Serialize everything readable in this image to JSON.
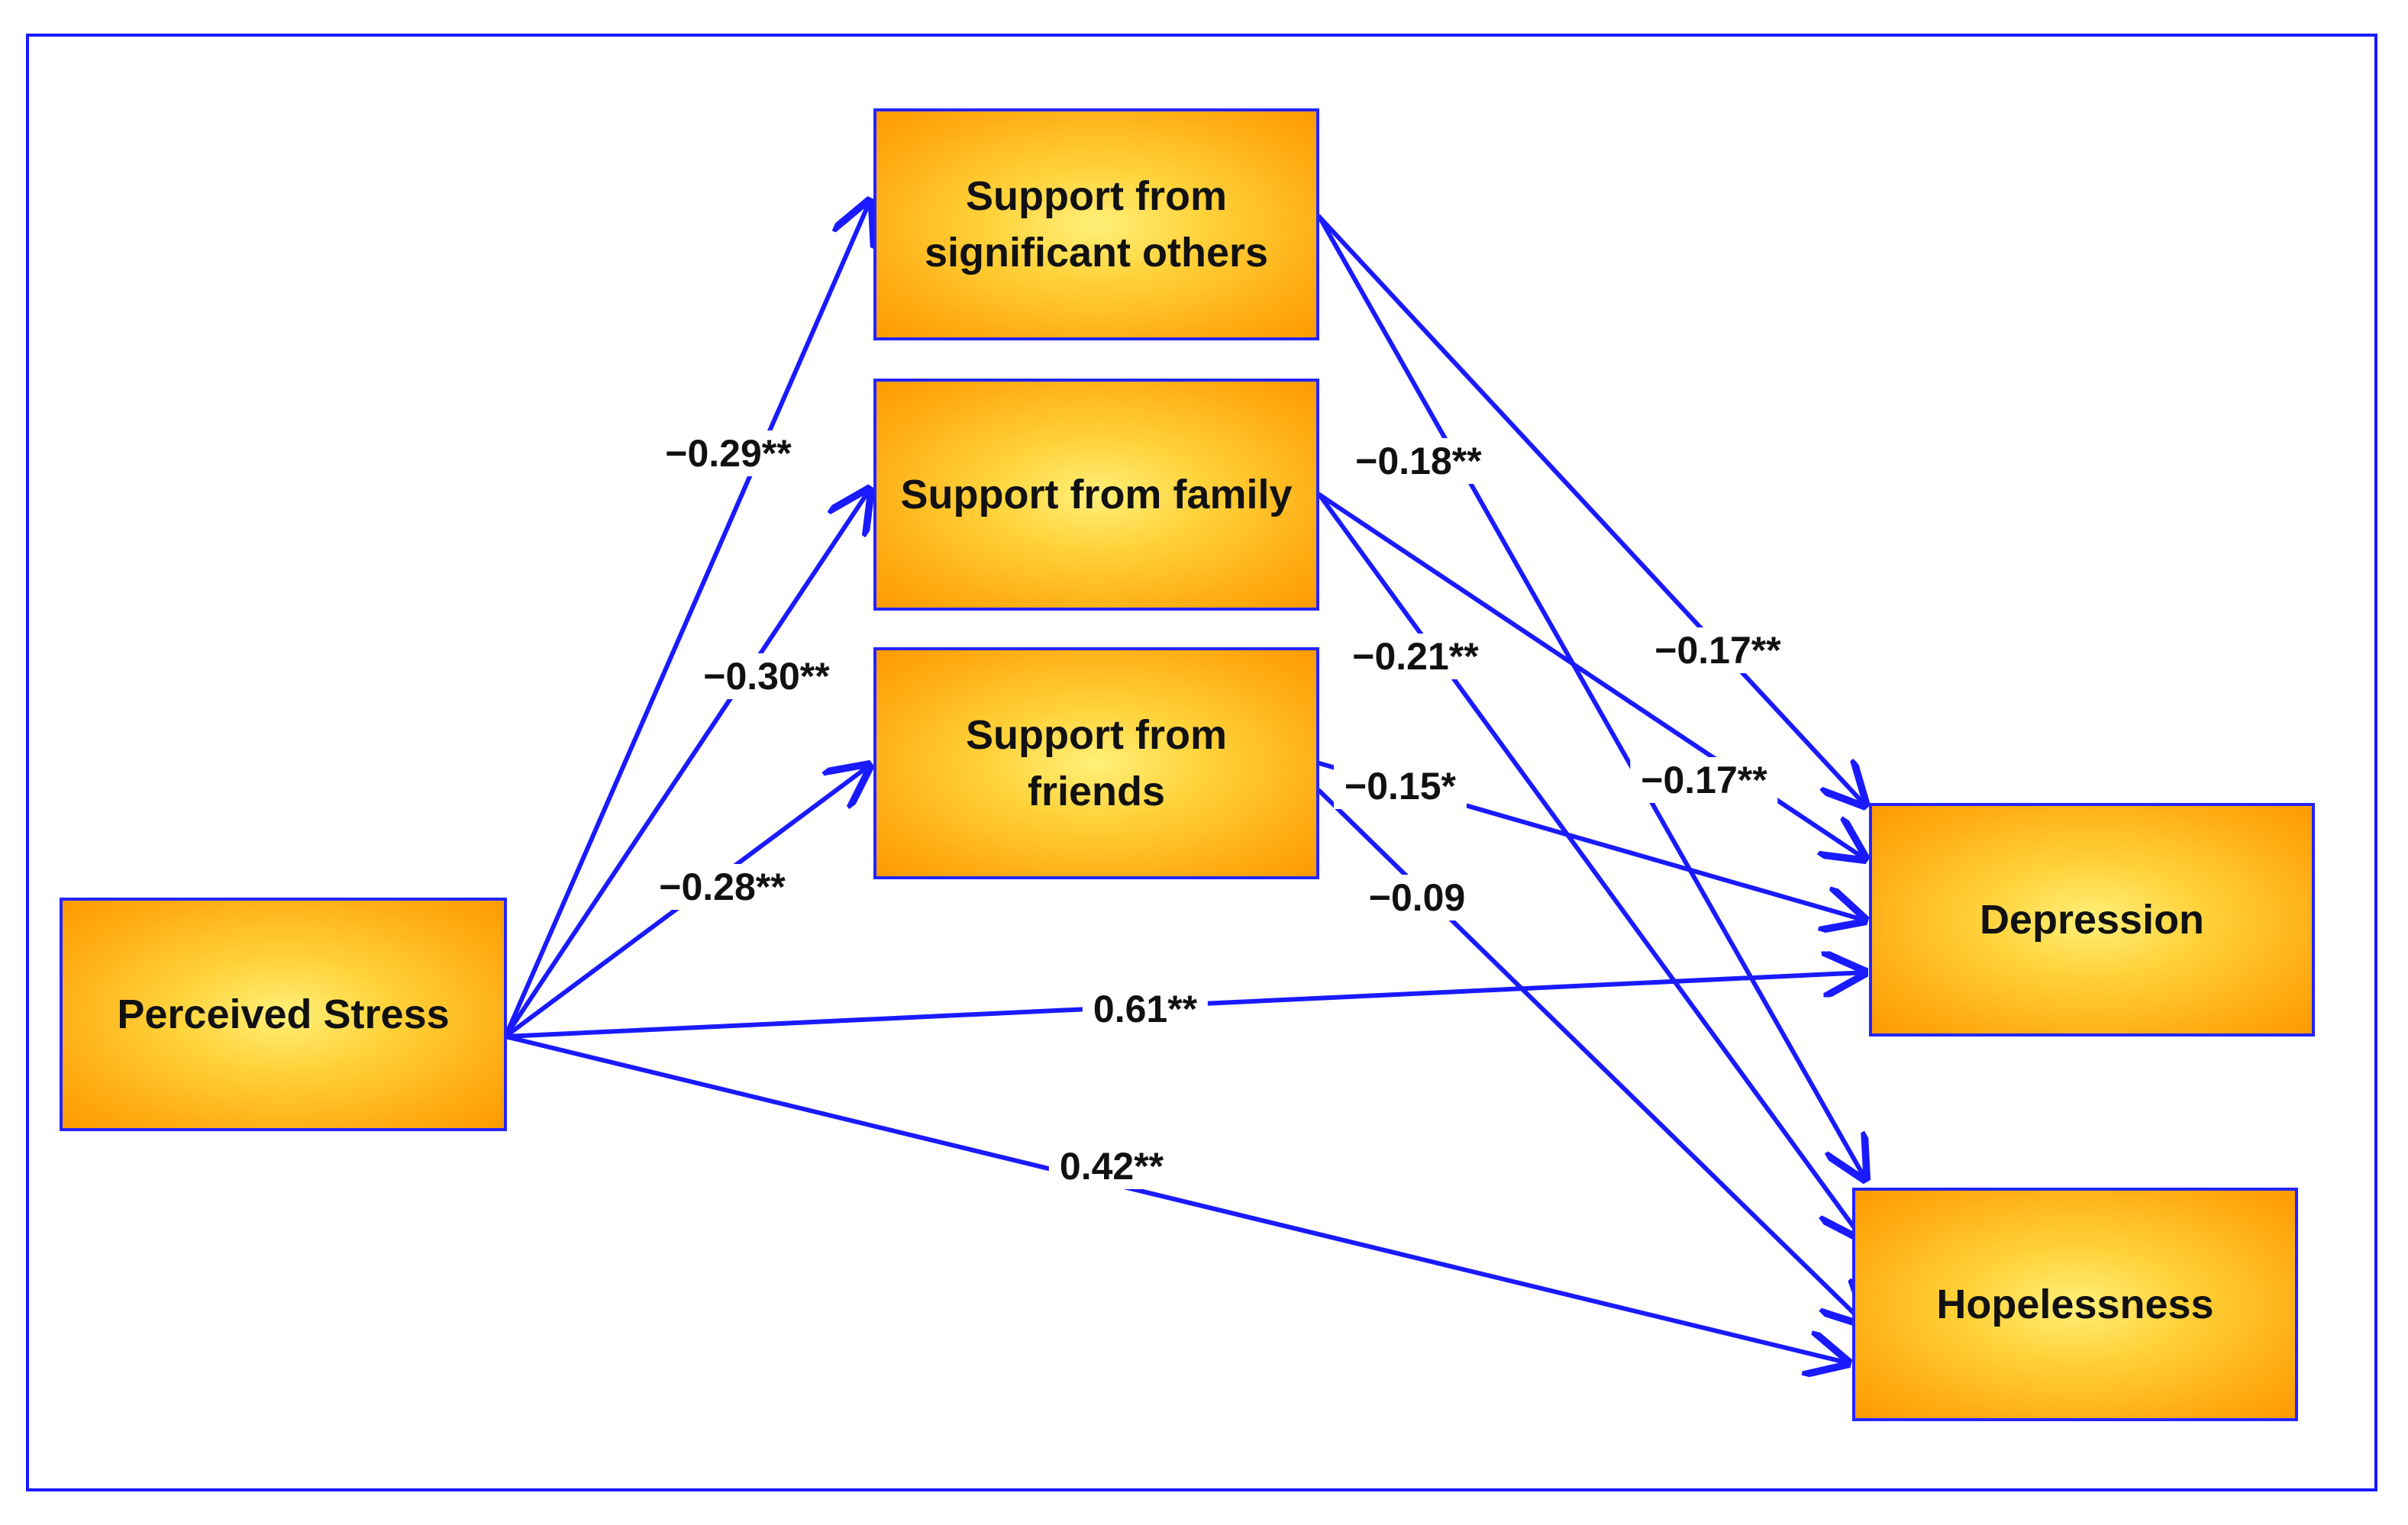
{
  "nodes": {
    "stress": {
      "label": "Perceived Stress"
    },
    "sig_others": {
      "label_line1": "Support from",
      "label_line2": "significant others"
    },
    "family": {
      "label": "Support from family"
    },
    "friends": {
      "label_line1": "Support from",
      "label_line2": "friends"
    },
    "depression": {
      "label": "Depression"
    },
    "hopelessness": {
      "label": "Hopelessness"
    }
  },
  "paths": [
    {
      "from": "stress",
      "to": "sig_others",
      "coefficient": "−0.29**"
    },
    {
      "from": "stress",
      "to": "family",
      "coefficient": "−0.30**"
    },
    {
      "from": "stress",
      "to": "friends",
      "coefficient": "−0.28**"
    },
    {
      "from": "stress",
      "to": "depression",
      "coefficient": "0.61**"
    },
    {
      "from": "stress",
      "to": "hopelessness",
      "coefficient": "0.42**"
    },
    {
      "from": "sig_others",
      "to": "depression",
      "coefficient": "−0.17**"
    },
    {
      "from": "sig_others",
      "to": "hopelessness",
      "coefficient": "−0.18**"
    },
    {
      "from": "family",
      "to": "depression",
      "coefficient": "−0.17**"
    },
    {
      "from": "family",
      "to": "hopelessness",
      "coefficient": "−0.21**"
    },
    {
      "from": "friends",
      "to": "depression",
      "coefficient": "−0.15*"
    },
    {
      "from": "friends",
      "to": "hopelessness",
      "coefficient": "−0.09"
    }
  ],
  "colors": {
    "arrow": "#1a1aff",
    "node_border": "#2424ff",
    "node_fill_center": "#fff07a",
    "node_fill_edge": "#ff9a00"
  }
}
